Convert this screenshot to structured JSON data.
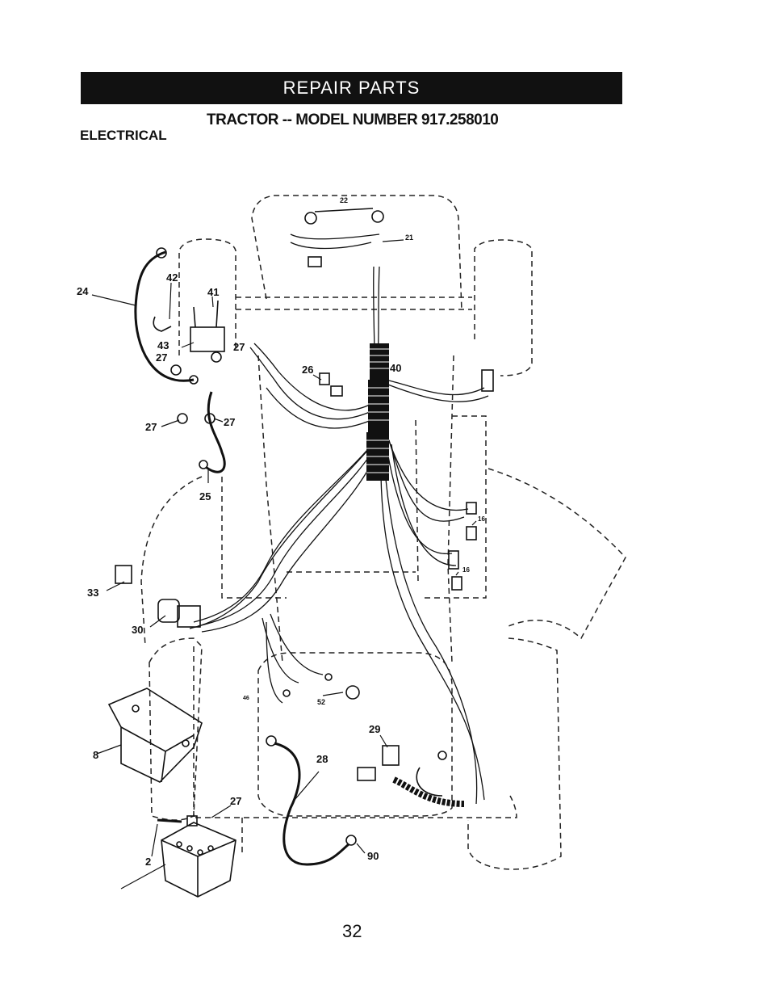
{
  "header": {
    "banner": "REPAIR PARTS",
    "subtitle": "TRACTOR -- MODEL NUMBER 917.258010",
    "section": "ELECTRICAL"
  },
  "callouts": [
    {
      "id": "c22",
      "label": "22"
    },
    {
      "id": "c21",
      "label": "21"
    },
    {
      "id": "c24",
      "label": "24"
    },
    {
      "id": "c42",
      "label": "42"
    },
    {
      "id": "c41",
      "label": "41"
    },
    {
      "id": "c43",
      "label": "43"
    },
    {
      "id": "c27a",
      "label": "27"
    },
    {
      "id": "c27b",
      "label": "27"
    },
    {
      "id": "c26",
      "label": "26"
    },
    {
      "id": "c40",
      "label": "40"
    },
    {
      "id": "c27c",
      "label": "27"
    },
    {
      "id": "c27d",
      "label": "27"
    },
    {
      "id": "c25",
      "label": "25"
    },
    {
      "id": "c16a",
      "label": "16"
    },
    {
      "id": "c16b",
      "label": "16"
    },
    {
      "id": "c33",
      "label": "33"
    },
    {
      "id": "c30",
      "label": "30"
    },
    {
      "id": "c46",
      "label": "46"
    },
    {
      "id": "c52",
      "label": "52"
    },
    {
      "id": "c8",
      "label": "8"
    },
    {
      "id": "c29",
      "label": "29"
    },
    {
      "id": "c28",
      "label": "28"
    },
    {
      "id": "c27e",
      "label": "27"
    },
    {
      "id": "c2",
      "label": "2"
    },
    {
      "id": "c90",
      "label": "90"
    }
  ],
  "footer": {
    "page": "32"
  }
}
